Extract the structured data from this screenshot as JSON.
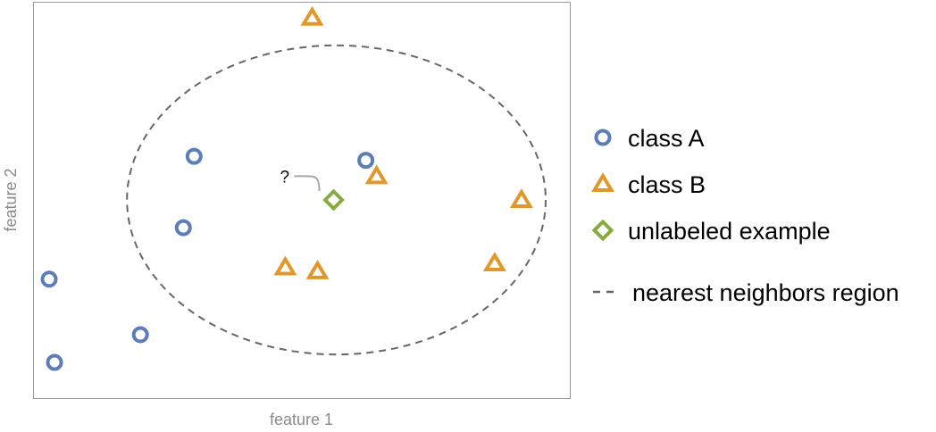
{
  "chart_data": {
    "type": "scatter",
    "xlabel": "feature 1",
    "ylabel": "feature 2",
    "xlim": [
      0,
      100
    ],
    "ylim": [
      0,
      100
    ],
    "grid": false,
    "legend_position": "right",
    "series": [
      {
        "name": "class A",
        "marker": "circle",
        "color": "#5b7db8",
        "points": [
          [
            3,
            30
          ],
          [
            4,
            9
          ],
          [
            20,
            16
          ],
          [
            28,
            43
          ],
          [
            30,
            61
          ],
          [
            62,
            60
          ]
        ]
      },
      {
        "name": "class B",
        "marker": "triangle",
        "color": "#e0982a",
        "points": [
          [
            52,
            96
          ],
          [
            64,
            56
          ],
          [
            47,
            33
          ],
          [
            53,
            32
          ],
          [
            86,
            34
          ],
          [
            91,
            50
          ]
        ]
      },
      {
        "name": "unlabeled example",
        "marker": "diamond",
        "color": "#86ac3e",
        "points": [
          [
            56,
            50
          ]
        ]
      }
    ],
    "neighborhood": {
      "name": "nearest neighbors region",
      "style": "dashed",
      "color": "#666666",
      "center": [
        56.5,
        50
      ],
      "radius": 39
    },
    "annotation": {
      "text": "?",
      "target_point": [
        56,
        50
      ],
      "text_position": [
        46,
        56
      ]
    }
  }
}
